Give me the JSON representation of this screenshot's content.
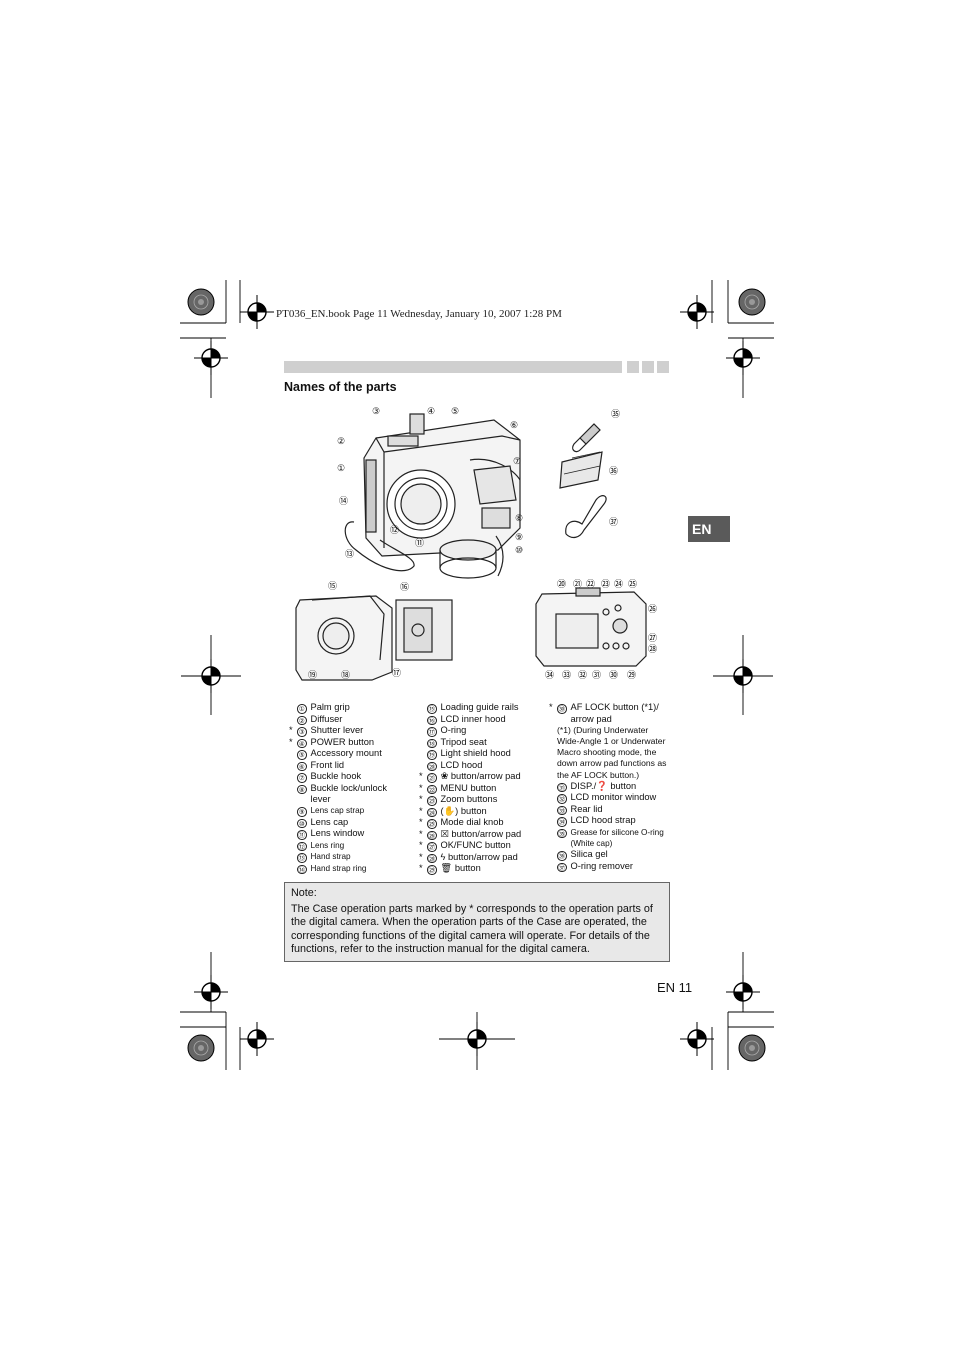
{
  "header": {
    "book_line": "PT036_EN.book  Page 11  Wednesday, January 10, 2007  1:28 PM"
  },
  "section": {
    "title": "Names of the parts",
    "lang_tab": "EN"
  },
  "diagram": {
    "main_callouts": [
      "③",
      "④",
      "⑤",
      "②",
      "⑥",
      "①",
      "⑦",
      "⑭",
      "⑧",
      "⑫",
      "⑨",
      "⑪",
      "⑩",
      "⑬"
    ],
    "accessory_callouts": [
      "㉟",
      "㊱",
      "㊲"
    ],
    "front_open_callouts": [
      "⑮",
      "⑯",
      "⑲",
      "⑱",
      "⑰"
    ],
    "rear_top_callouts": [
      "⑳",
      "㉑",
      "㉒",
      "㉓",
      "㉔",
      "㉕"
    ],
    "rear_side_callouts": [
      "㉖",
      "㉗",
      "㉘"
    ],
    "rear_bottom_callouts": [
      "㉞",
      "㉝",
      "㉜",
      "㉛",
      "㉚",
      "㉙"
    ]
  },
  "parts": {
    "col1": [
      {
        "num": "①",
        "label": "Palm grip",
        "star": "",
        "small": false
      },
      {
        "num": "②",
        "label": "Diffuser",
        "star": "",
        "small": false
      },
      {
        "num": "③",
        "label": "Shutter lever",
        "star": "*",
        "small": false
      },
      {
        "num": "④",
        "label": "POWER button",
        "star": "*",
        "small": false
      },
      {
        "num": "⑤",
        "label": "Accessory mount",
        "star": "",
        "small": false
      },
      {
        "num": "⑥",
        "label": "Front lid",
        "star": "",
        "small": false
      },
      {
        "num": "⑦",
        "label": "Buckle hook",
        "star": "",
        "small": false
      },
      {
        "num": "⑧",
        "label": "Buckle lock/unlock",
        "star": "",
        "small": false
      },
      {
        "num": "",
        "label": "lever",
        "star": "",
        "small": false
      },
      {
        "num": "⑨",
        "label": "Lens cap strap",
        "star": "",
        "small": true
      },
      {
        "num": "⑩",
        "label": "Lens cap",
        "star": "",
        "small": false
      },
      {
        "num": "⑪",
        "label": "Lens window",
        "star": "",
        "small": false
      },
      {
        "num": "⑫",
        "label": "Lens ring",
        "star": "",
        "small": true
      },
      {
        "num": "⑬",
        "label": "Hand strap",
        "star": "",
        "small": true
      },
      {
        "num": "⑭",
        "label": "Hand strap ring",
        "star": "",
        "small": true
      }
    ],
    "col2": [
      {
        "num": "⑮",
        "label": "Loading guide rails",
        "star": "",
        "small": false
      },
      {
        "num": "⑯",
        "label": "LCD inner hood",
        "star": "",
        "small": false
      },
      {
        "num": "⑰",
        "label": "O-ring",
        "star": "",
        "small": false
      },
      {
        "num": "⑱",
        "label": "Tripod seat",
        "star": "",
        "small": false
      },
      {
        "num": "⑲",
        "label": "Light shield hood",
        "star": "",
        "small": false
      },
      {
        "num": "⑳",
        "label": "LCD hood",
        "star": "",
        "small": false
      },
      {
        "num": "㉑",
        "label": "❀ button/arrow pad",
        "star": "*",
        "small": false
      },
      {
        "num": "㉒",
        "label": "MENU button",
        "star": "*",
        "small": false
      },
      {
        "num": "㉓",
        "label": "Zoom buttons",
        "star": "*",
        "small": false
      },
      {
        "num": "㉔",
        "label": "(✋) button",
        "star": "*",
        "small": false
      },
      {
        "num": "㉕",
        "label": "Mode dial knob",
        "star": "*",
        "small": false
      },
      {
        "num": "㉖",
        "label": "☒ button/arrow pad",
        "star": "*",
        "small": false
      },
      {
        "num": "㉗",
        "label": "OK/FUNC button",
        "star": "*",
        "small": false
      },
      {
        "num": "㉘",
        "label": "ϟ button/arrow pad",
        "star": "*",
        "small": false
      },
      {
        "num": "㉙",
        "label": "🗑 button",
        "star": "*",
        "small": false
      }
    ],
    "col3_top": [
      {
        "num": "㉚",
        "label": "AF LOCK button (*1)/",
        "star": "*",
        "small": false
      },
      {
        "num": "",
        "label": "arrow pad",
        "star": "",
        "small": false
      }
    ],
    "col3_note": [
      "(*1) (During Underwater",
      "Wide-Angle 1 or Underwater",
      "Macro shooting mode, the",
      "down arrow pad functions as",
      "the AF LOCK button.)"
    ],
    "col3_bottom": [
      {
        "num": "㉛",
        "label": "DISP./❓ button",
        "star": "",
        "small": false
      },
      {
        "num": "㉜",
        "label": "LCD monitor window",
        "star": "",
        "small": false
      },
      {
        "num": "㉝",
        "label": "Rear lid",
        "star": "",
        "small": false
      },
      {
        "num": "㉞",
        "label": "LCD hood strap",
        "star": "",
        "small": false
      },
      {
        "num": "㉟",
        "label": "Grease for silicone O-ring",
        "star": "",
        "small": true
      },
      {
        "num": "",
        "label": "(White cap)",
        "star": "",
        "small": true
      },
      {
        "num": "㊱",
        "label": "Silica gel",
        "star": "",
        "small": false
      },
      {
        "num": "㊲",
        "label": "O-ring remover",
        "star": "",
        "small": false
      }
    ]
  },
  "note": {
    "title": "Note:",
    "lines": [
      "The Case operation parts marked by * corresponds to the operation parts of",
      "the digital camera. When the operation parts of the Case are operated, the",
      "corresponding functions of the digital camera will operate. For details of the",
      "functions, refer to the instruction manual for the digital camera."
    ]
  },
  "footer": {
    "page": "EN 11"
  }
}
